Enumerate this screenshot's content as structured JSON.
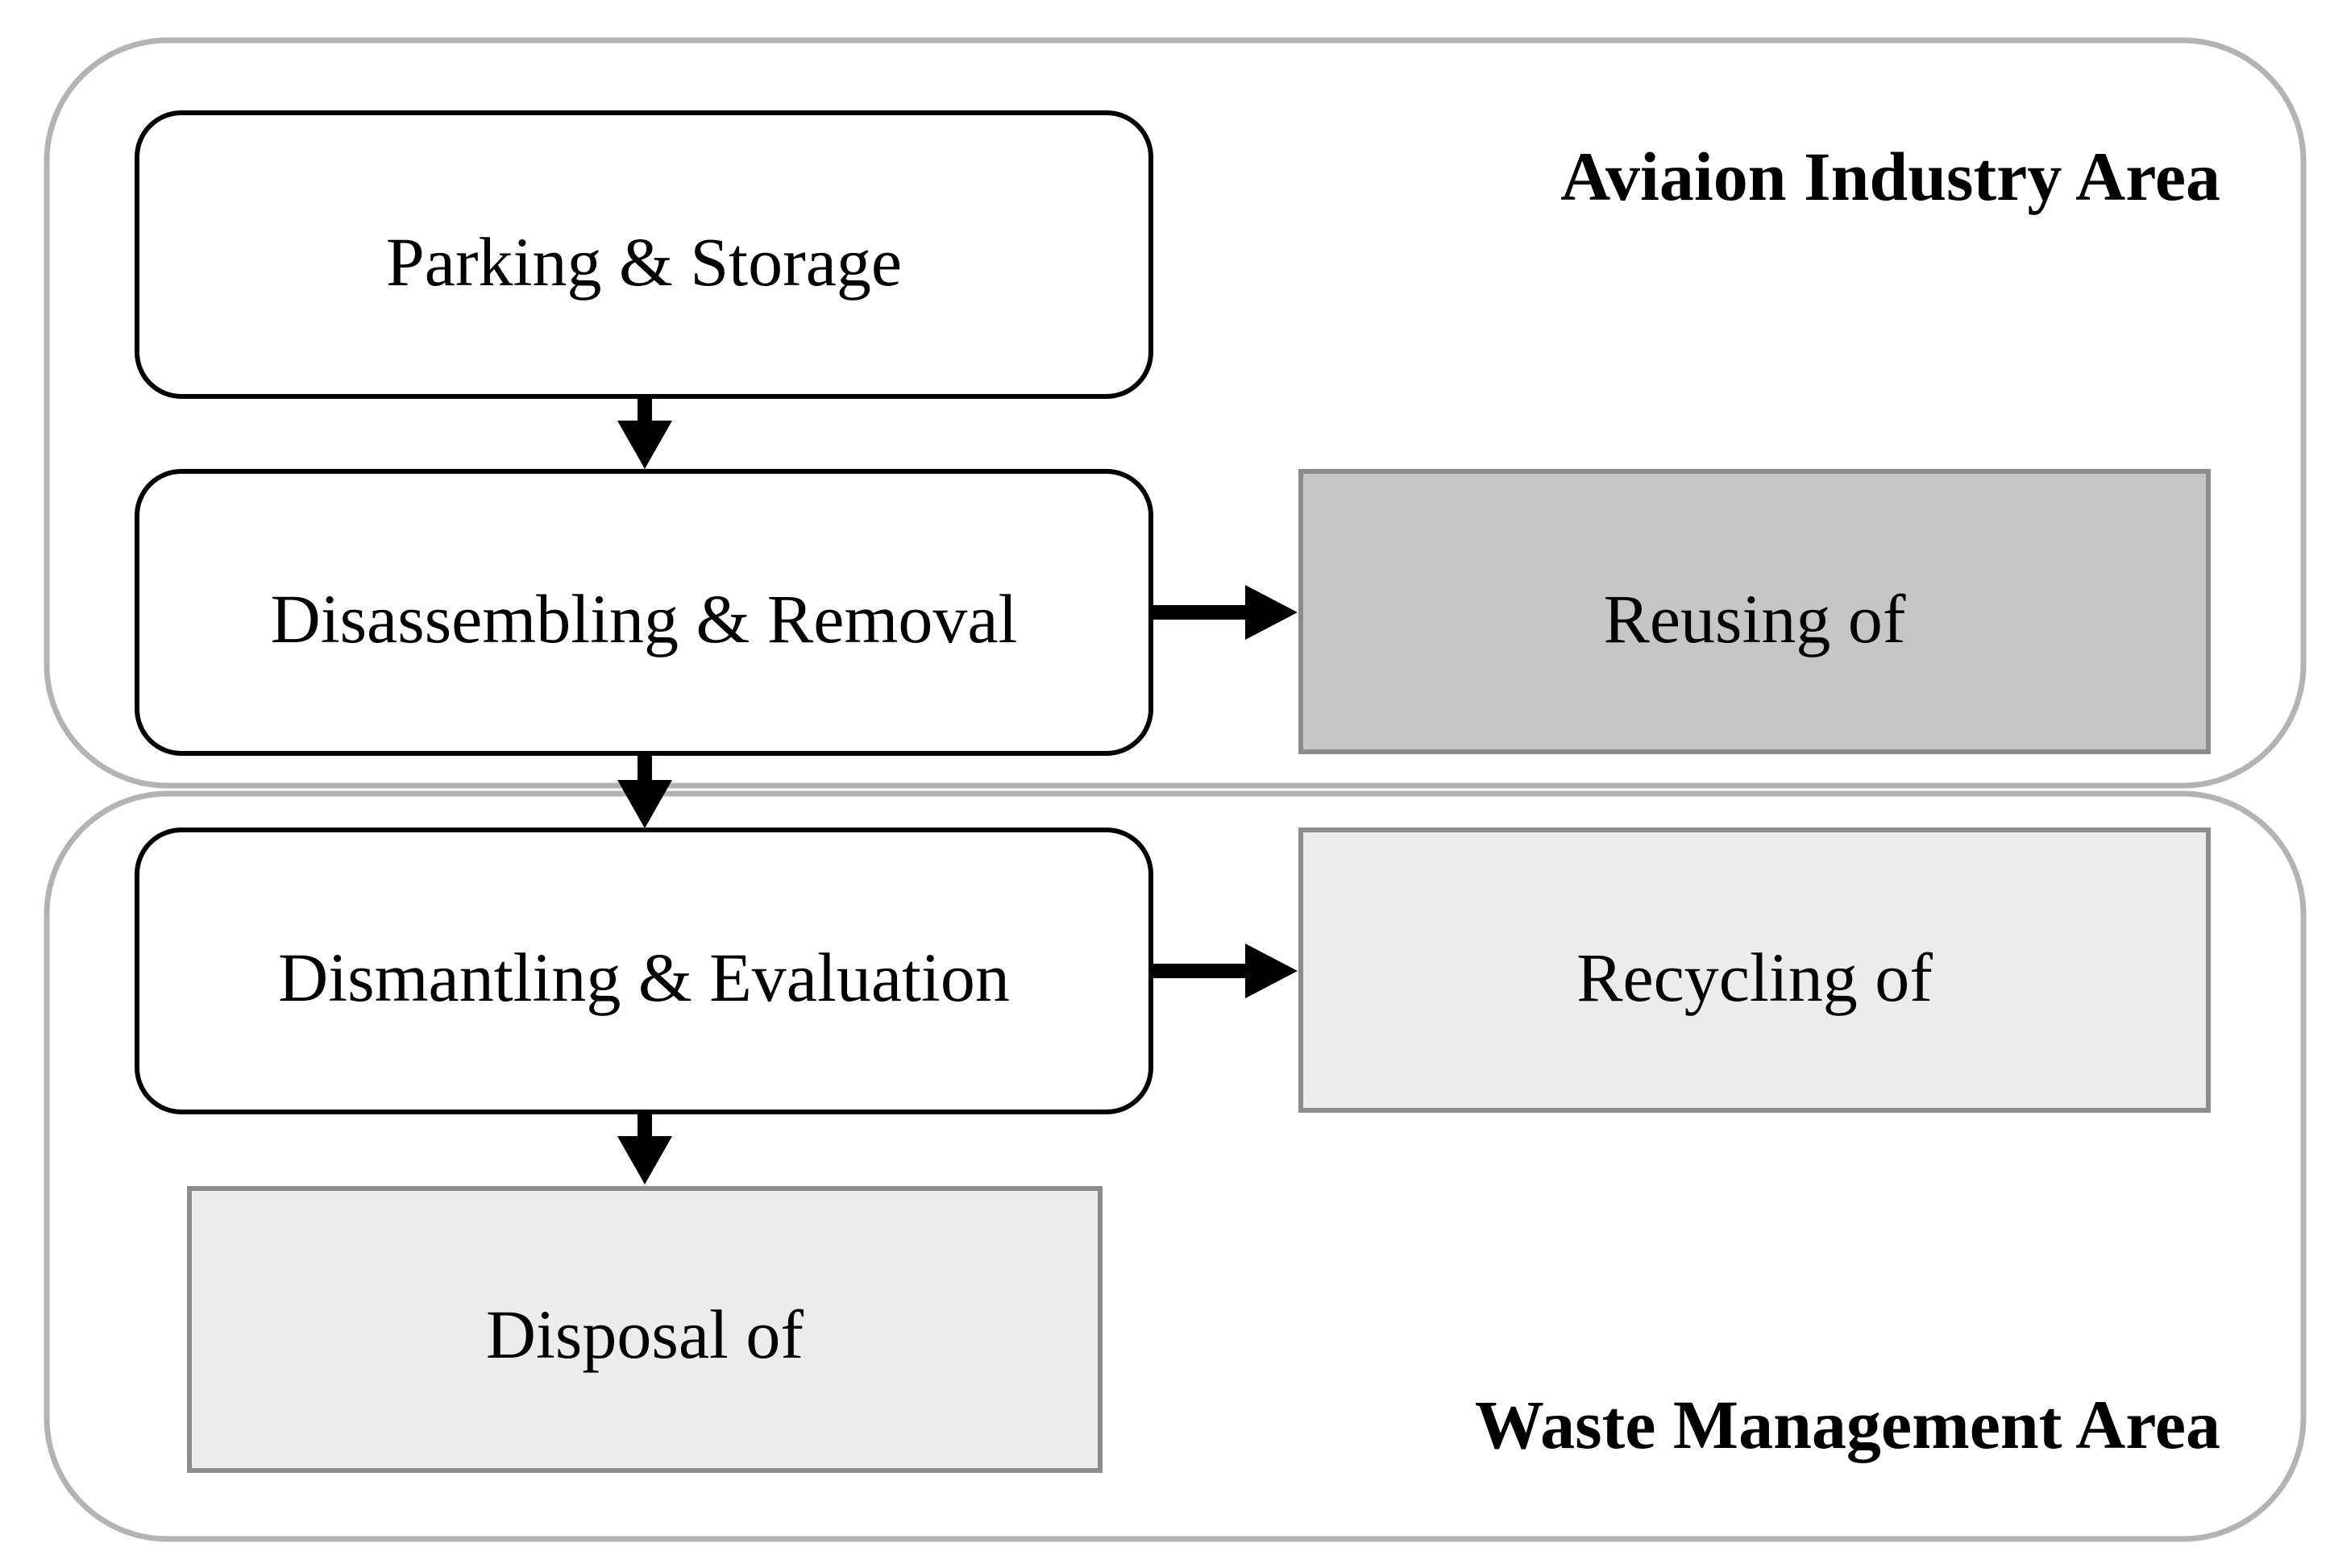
{
  "areas": {
    "aviation": {
      "label": "Aviaion Industry Area"
    },
    "waste": {
      "label": "Waste Management Area"
    }
  },
  "steps": {
    "parking": {
      "label": "Parking & Storage"
    },
    "disassembling": {
      "label": "Disassembling & Removal"
    },
    "dismantling": {
      "label": "Dismantling & Evaluation"
    }
  },
  "outcomes": {
    "reusing": {
      "label": "Reusing of"
    },
    "recycling": {
      "label": "Recycling of"
    },
    "disposal": {
      "label": "Disposal of"
    }
  },
  "colors": {
    "reusing_fill": "#c6c6c6",
    "recycling_fill": "#ececec",
    "disposal_fill": "#ececec"
  },
  "connections": [
    {
      "from": "Parking & Storage",
      "to": "Disassembling & Removal"
    },
    {
      "from": "Disassembling & Removal",
      "to": "Reusing of"
    },
    {
      "from": "Disassembling & Removal",
      "to": "Dismantling & Evaluation"
    },
    {
      "from": "Dismantling & Evaluation",
      "to": "Recycling of"
    },
    {
      "from": "Dismantling & Evaluation",
      "to": "Disposal of"
    }
  ]
}
